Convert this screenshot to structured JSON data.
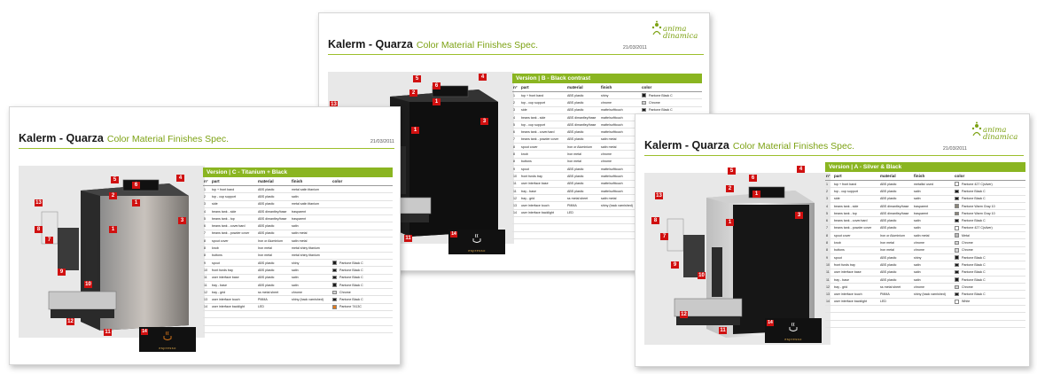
{
  "title_bold": "Kalerm - Quarza",
  "title_sub": "Color Material Finishes Spec.",
  "date": "21/03/2011",
  "logo": {
    "line1": "anima",
    "line2": "dinamica",
    "accent": "#7da214"
  },
  "badge_caption": "espresso",
  "columns": {
    "n": "n°",
    "part": "part",
    "material": "material",
    "finish": "finish",
    "color": "color"
  },
  "brand_green": "#8ab521",
  "callout_red": "#d01010",
  "sheets": {
    "b": {
      "version": "Version | B - Black contrast",
      "rows": [
        {
          "n": "1",
          "part": "top + front band",
          "material": "ABS plastic",
          "finish": "shiny",
          "color": "Pantone Black C",
          "sw": "#1b1b1b"
        },
        {
          "n": "2",
          "part": "top - cup support",
          "material": "ABS plastic",
          "finish": "chrome",
          "color": "Chrome",
          "sw": "#cfcfcf"
        },
        {
          "n": "3",
          "part": "side",
          "material": "ABS plastic",
          "finish": "matte/softtouch",
          "color": "Pantone Black C",
          "sw": "#1b1b1b"
        },
        {
          "n": "4",
          "part": "beans tank - side",
          "material": "ABS dimantley/base",
          "finish": "matte/softtouch",
          "color": "",
          "sw": ""
        },
        {
          "n": "5",
          "part": "top - cup support",
          "material": "ABS dimantley/base",
          "finish": "matte/softtouch",
          "color": "",
          "sw": ""
        },
        {
          "n": "6",
          "part": "beans tank - cover/card",
          "material": "ABS plastic",
          "finish": "matte/softtouch",
          "color": "",
          "sw": ""
        },
        {
          "n": "7",
          "part": "beans tank - powder cover",
          "material": "ABS plastic",
          "finish": "satin metal",
          "color": "",
          "sw": ""
        },
        {
          "n": "8",
          "part": "spout cover",
          "material": "Iron or Aluminium",
          "finish": "satin metal",
          "color": "",
          "sw": ""
        },
        {
          "n": "8",
          "part": "knob",
          "material": "Iron metal",
          "finish": "chrome",
          "color": "",
          "sw": ""
        },
        {
          "n": "8",
          "part": "buttons",
          "material": "Iron metal",
          "finish": "chrome",
          "color": "",
          "sw": ""
        },
        {
          "n": "9",
          "part": "spout",
          "material": "ABS plastic",
          "finish": "matte/softtouch",
          "color": "",
          "sw": ""
        },
        {
          "n": "10",
          "part": "front funds tray",
          "material": "ABS plastic",
          "finish": "matte/softtouch",
          "color": "",
          "sw": ""
        },
        {
          "n": "11",
          "part": "user interface base",
          "material": "ABS plastic",
          "finish": "matte/softtouch",
          "color": "",
          "sw": ""
        },
        {
          "n": "11",
          "part": "tray - base",
          "material": "ABS plastic",
          "finish": "matte/softtouch",
          "color": "",
          "sw": ""
        },
        {
          "n": "12",
          "part": "tray - grid",
          "material": "ss metal sheet",
          "finish": "satin metal",
          "color": "",
          "sw": ""
        },
        {
          "n": "13",
          "part": "user interface touch",
          "material": "PMMA",
          "finish": "shiny (back varnished)",
          "color": "",
          "sw": ""
        },
        {
          "n": "14",
          "part": "user interface backlight",
          "material": "LED",
          "finish": "",
          "color": "",
          "sw": ""
        },
        {
          "n": "",
          "part": "",
          "material": "",
          "finish": "",
          "color": "",
          "sw": ""
        },
        {
          "n": "",
          "part": "",
          "material": "",
          "finish": "",
          "color": "",
          "sw": ""
        },
        {
          "n": "",
          "part": "",
          "material": "",
          "finish": "",
          "color": "",
          "sw": ""
        }
      ]
    },
    "c": {
      "version": "Version | C - Titanium + Black",
      "rows": [
        {
          "n": "1",
          "part": "top + front band",
          "material": "ABS plastic",
          "finish": "metal satin titanium",
          "color": "",
          "sw": ""
        },
        {
          "n": "2",
          "part": "top - cup support",
          "material": "ABS plastic",
          "finish": "satin",
          "color": "",
          "sw": ""
        },
        {
          "n": "3",
          "part": "side",
          "material": "ABS plastic",
          "finish": "metal satin titanium",
          "color": "",
          "sw": ""
        },
        {
          "n": "4",
          "part": "beans tank - side",
          "material": "ABS dimantley/base",
          "finish": "trasparent",
          "color": "",
          "sw": ""
        },
        {
          "n": "5",
          "part": "beans tank - top",
          "material": "ABS dimantley/base",
          "finish": "trasparent",
          "color": "",
          "sw": ""
        },
        {
          "n": "6",
          "part": "beans tank - cover/card",
          "material": "ABS plastic",
          "finish": "satin",
          "color": "",
          "sw": ""
        },
        {
          "n": "7",
          "part": "beans tank - powder cover",
          "material": "ABS plastic",
          "finish": "satin metal",
          "color": "",
          "sw": ""
        },
        {
          "n": "8",
          "part": "spout cover",
          "material": "Iron or Aluminium",
          "finish": "satin metal",
          "color": "",
          "sw": ""
        },
        {
          "n": "8",
          "part": "knob",
          "material": "Iron metal",
          "finish": "metal shiny titanium",
          "color": "",
          "sw": ""
        },
        {
          "n": "8",
          "part": "buttons",
          "material": "Iron metal",
          "finish": "metal shiny titanium",
          "color": "",
          "sw": ""
        },
        {
          "n": "9",
          "part": "spout",
          "material": "ABS plastic",
          "finish": "shiny",
          "color": "Pantone Black C",
          "sw": "#1b1b1b"
        },
        {
          "n": "10",
          "part": "front funds tray",
          "material": "ABS plastic",
          "finish": "satin",
          "color": "Pantone Black C",
          "sw": "#1b1b1b"
        },
        {
          "n": "11",
          "part": "user interface base",
          "material": "ABS plastic",
          "finish": "satin",
          "color": "Pantone Black C",
          "sw": "#1b1b1b"
        },
        {
          "n": "11",
          "part": "tray - base",
          "material": "ABS plastic",
          "finish": "satin",
          "color": "Pantone Black C",
          "sw": "#1b1b1b"
        },
        {
          "n": "12",
          "part": "tray - grid",
          "material": "ss metal sheet",
          "finish": "chrome",
          "color": "Chrome",
          "sw": "#d2d2d2"
        },
        {
          "n": "13",
          "part": "user interface touch",
          "material": "PMMA",
          "finish": "shiny (back varnished)",
          "color": "Pantone Black C",
          "sw": "#1b1b1b"
        },
        {
          "n": "14",
          "part": "user interface backlight",
          "material": "LED",
          "finish": "",
          "color": "Pantone 7413C",
          "sw": "#e07a1a"
        },
        {
          "n": "",
          "part": "",
          "material": "",
          "finish": "",
          "color": "",
          "sw": ""
        },
        {
          "n": "",
          "part": "",
          "material": "",
          "finish": "",
          "color": "",
          "sw": ""
        },
        {
          "n": "",
          "part": "",
          "material": "",
          "finish": "",
          "color": "",
          "sw": ""
        }
      ]
    },
    "a": {
      "version": "Version | A - Silver & Black",
      "rows": [
        {
          "n": "1",
          "part": "top + front band",
          "material": "ABS plastic",
          "finish": "metallic/ used",
          "color": "Pantone 427 C(silver)",
          "sw": "#ffffff"
        },
        {
          "n": "2",
          "part": "top - cup support",
          "material": "ABS plastic",
          "finish": "satin",
          "color": "Pantone Black C",
          "sw": "#1b1b1b"
        },
        {
          "n": "3",
          "part": "side",
          "material": "ABS plastic",
          "finish": "satin",
          "color": "Pantone Black C",
          "sw": "#1b1b1b"
        },
        {
          "n": "4",
          "part": "beans tank - side",
          "material": "ABS dimantley/base",
          "finish": "trasparent",
          "color": "Pantone Warm Gray 10",
          "sw": "#8a8478"
        },
        {
          "n": "5",
          "part": "beans tank - top",
          "material": "ABS dimantley/base",
          "finish": "trasparent",
          "color": "Pantone Warm Gray 10",
          "sw": "#8a8478"
        },
        {
          "n": "6",
          "part": "beans tank - cover/card",
          "material": "ABS plastic",
          "finish": "satin",
          "color": "Pantone Black C",
          "sw": "#1b1b1b"
        },
        {
          "n": "7",
          "part": "beans tank - powder cover",
          "material": "ABS plastic",
          "finish": "satin",
          "color": "Pantone 427 C(silver)",
          "sw": "#ffffff"
        },
        {
          "n": "8",
          "part": "spout cover",
          "material": "Iron or Aluminium",
          "finish": "satin metal",
          "color": "Metal",
          "sw": "#b8b8b8"
        },
        {
          "n": "8",
          "part": "knob",
          "material": "Iron metal",
          "finish": "chrome",
          "color": "Chrome",
          "sw": "#d6d6d6"
        },
        {
          "n": "8",
          "part": "buttons",
          "material": "Iron metal",
          "finish": "chrome",
          "color": "Chrome",
          "sw": "#d6d6d6"
        },
        {
          "n": "9",
          "part": "spout",
          "material": "ABS plastic",
          "finish": "shiny",
          "color": "Pantone Black C",
          "sw": "#1b1b1b"
        },
        {
          "n": "10",
          "part": "front funds tray",
          "material": "ABS plastic",
          "finish": "satin",
          "color": "Pantone Black C",
          "sw": "#1b1b1b"
        },
        {
          "n": "11",
          "part": "user interface base",
          "material": "ABS plastic",
          "finish": "satin",
          "color": "Pantone Black C",
          "sw": "#1b1b1b"
        },
        {
          "n": "11",
          "part": "tray - base",
          "material": "ABS plastic",
          "finish": "satin",
          "color": "Pantone Black C",
          "sw": "#1b1b1b"
        },
        {
          "n": "12",
          "part": "tray - grid",
          "material": "ss metal sheet",
          "finish": "chrome",
          "color": "Chrome",
          "sw": "#d6d6d6"
        },
        {
          "n": "13",
          "part": "user interface touch",
          "material": "PMMA",
          "finish": "shiny (back varnished)",
          "color": "Pantone Black C",
          "sw": "#1b1b1b"
        },
        {
          "n": "14",
          "part": "user interface backlight",
          "material": "LED",
          "finish": "",
          "color": "White",
          "sw": "#ffffff"
        },
        {
          "n": "",
          "part": "",
          "material": "",
          "finish": "",
          "color": "",
          "sw": ""
        },
        {
          "n": "",
          "part": "",
          "material": "",
          "finish": "",
          "color": "",
          "sw": ""
        },
        {
          "n": "",
          "part": "",
          "material": "",
          "finish": "",
          "color": "",
          "sw": ""
        }
      ]
    }
  }
}
